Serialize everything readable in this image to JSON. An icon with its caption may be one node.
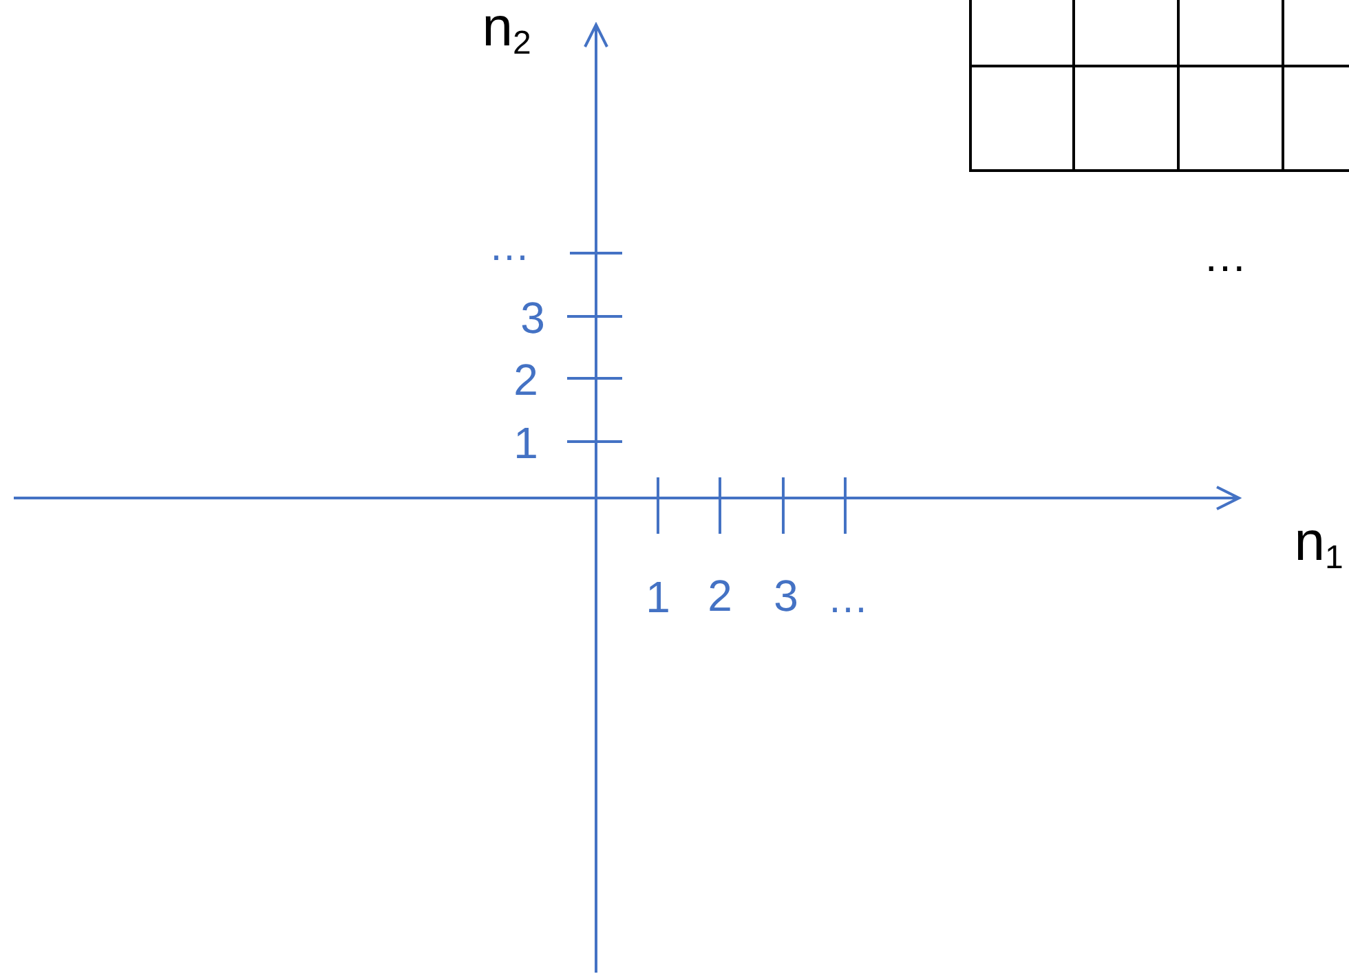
{
  "diagram": {
    "labels": [
      "n$_{2}$",
      "…",
      "3",
      "2",
      "1",
      "1",
      "2",
      "3",
      "…",
      "n$_{1}$",
      "…"
    ]
  }
}
